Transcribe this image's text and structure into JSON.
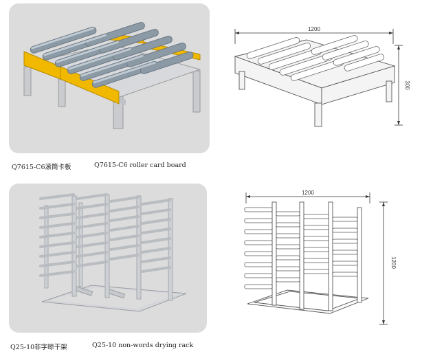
{
  "products": [
    {
      "caption_cn": "Q7615-C6滚筒卡板",
      "caption_en": "Q7615-C6 roller card board",
      "dim_width": "1200",
      "dim_height": "300"
    },
    {
      "caption_cn": "Q25-10非字晾干架",
      "caption_en": "Q25-10 non-words drying rack",
      "dim_width": "1200",
      "dim_height": "1200"
    }
  ]
}
